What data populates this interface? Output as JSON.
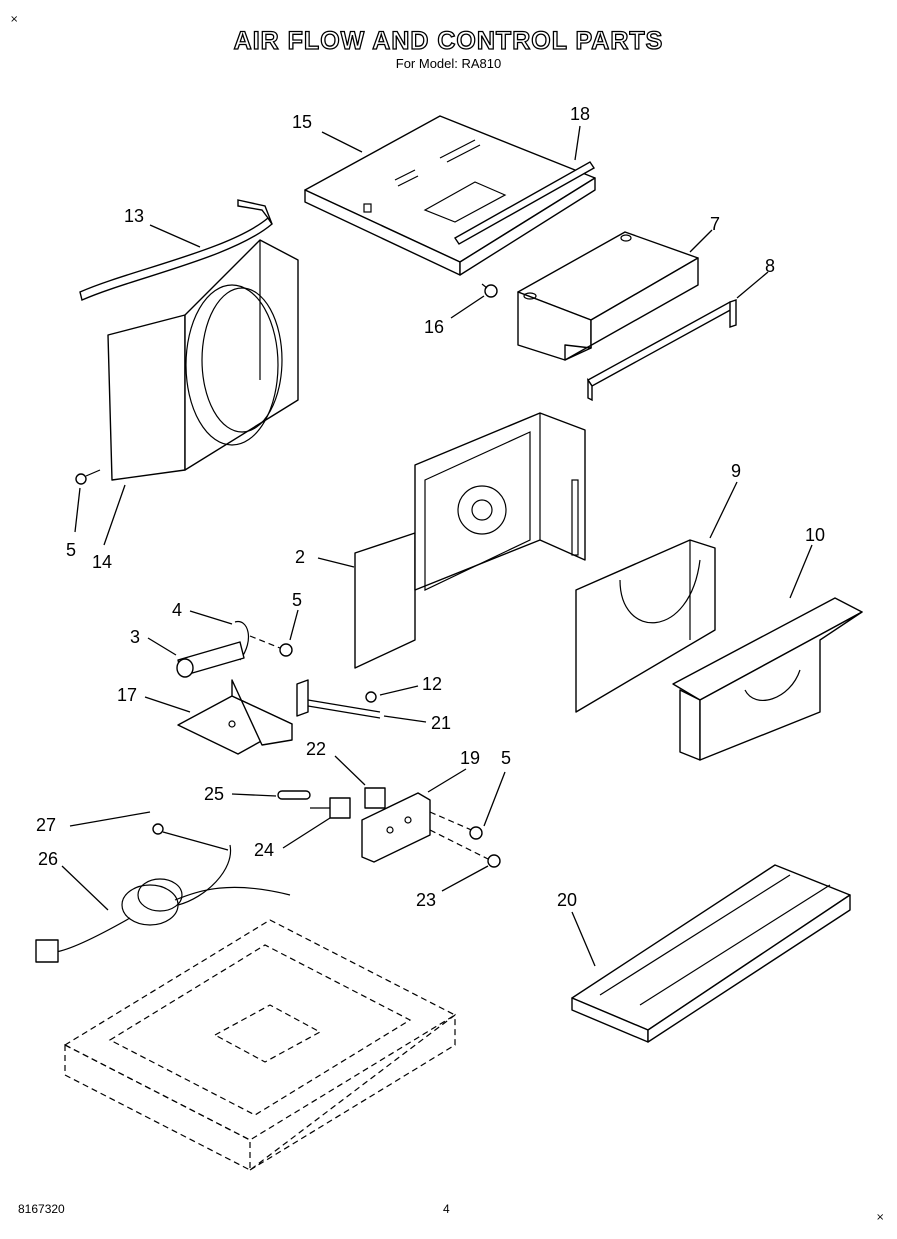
{
  "header": {
    "title": "AIR FLOW AND CONTROL PARTS",
    "subtitle": "For Model: RA810"
  },
  "footer": {
    "doc_number": "8167320",
    "page_number": "4"
  },
  "corner_marks": {
    "top_left": "×",
    "bottom_right": "×"
  },
  "callouts": {
    "c1": "15",
    "c2": "18",
    "c3": "13",
    "c4": "7",
    "c5": "8",
    "c6": "16",
    "c7": "5",
    "c8": "14",
    "c9": "9",
    "c10": "2",
    "c11": "10",
    "c12": "4",
    "c13": "5",
    "c14": "3",
    "c15": "12",
    "c16": "17",
    "c17": "21",
    "c18": "22",
    "c19": "19",
    "c20": "5",
    "c21": "25",
    "c22": "27",
    "c23": "24",
    "c24": "26",
    "c25": "23",
    "c26": "20"
  }
}
